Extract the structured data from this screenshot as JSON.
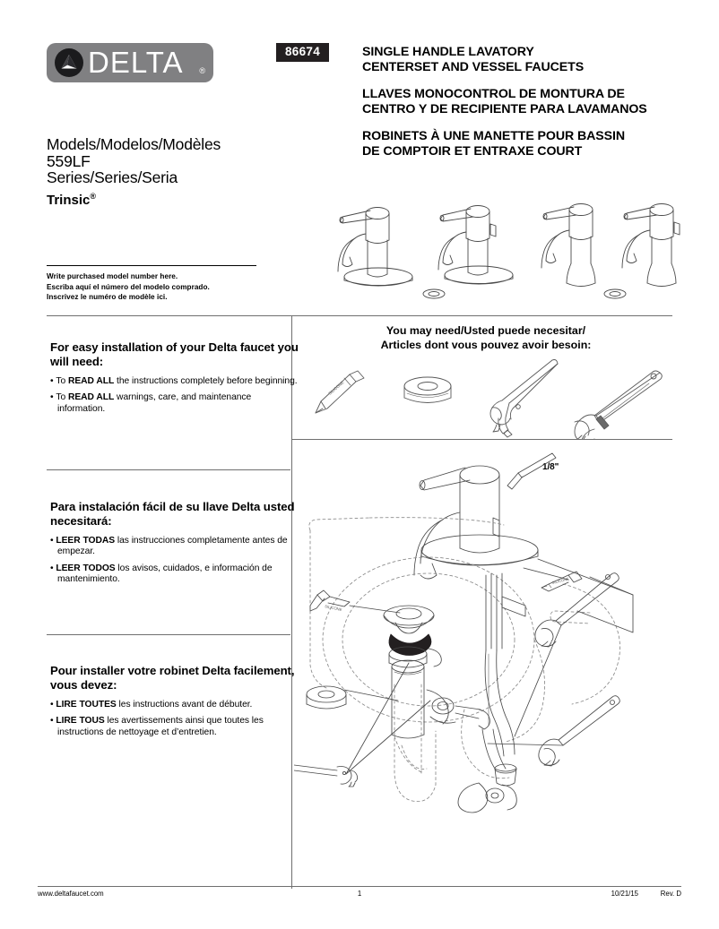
{
  "header": {
    "logo": {
      "wordmark": "DELTA",
      "registered_mark": "®"
    },
    "doc_number": "86674",
    "titles": {
      "en_line1": "SINGLE HANDLE LAVATORY",
      "en_line2": "CENTERSET AND VESSEL FAUCETS",
      "es_line1": "LLAVES MONOCONTROL DE MONTURA DE",
      "es_line2": "CENTRO Y DE RECIPIENTE PARA LAVAMANOS",
      "fr_line1": "ROBINETS À UNE MANETTE POUR BASSIN",
      "fr_line2": "DE COMPTOIR ET ENTRAXE COURT"
    }
  },
  "model": {
    "line1": "Models/Modelos/Modèles",
    "line2": "559LF",
    "line3": "Series/Series/Seria",
    "brand": "Trinsic",
    "brand_mark": "®",
    "write_en": "Write purchased model number here.",
    "write_es": "Escriba aquí el número del modelo comprado.",
    "write_fr": "Inscrivez le numéro de modèle ici."
  },
  "instructions": {
    "english": {
      "heading": "For easy installation of your Delta faucet you will need:",
      "items": [
        {
          "pre": "To ",
          "bold": "READ ALL",
          "post": " the instructions completely before beginning."
        },
        {
          "pre": "To ",
          "bold": "READ ALL",
          "post": " warnings, care, and maintenance information."
        }
      ]
    },
    "spanish": {
      "heading": "Para instalación fácil de su llave Delta usted necesitará:",
      "items": [
        {
          "pre": "",
          "bold": "LEER TODAS",
          "post": " las instrucciones completamente antes de empezar."
        },
        {
          "pre": "",
          "bold": "LEER TODOS",
          "post": " los avisos, cuidados, e información de mantenimiento."
        }
      ]
    },
    "french": {
      "heading": "Pour installer votre robinet Delta facilement, vous devez:",
      "items": [
        {
          "pre": "",
          "bold": "LIRE TOUTES",
          "post": " les instructions avant de débuter."
        },
        {
          "pre": "",
          "bold": "LIRE TOUS",
          "post": " les avertissements ainsi que toutes les instructions de nettoyage et d’entretien."
        }
      ]
    }
  },
  "tools_section": {
    "heading_line1": "You may need/Usted puede necesitar/",
    "heading_line2": "Articles dont vous pouvez avoir besoin:",
    "tools": [
      "silicone-tube-icon",
      "plumbers-putty-icon",
      "tongue-and-groove-pliers-icon",
      "adjustable-wrench-icon"
    ]
  },
  "main_diagram": {
    "hex_key_label": "1/8\"",
    "callouts": [
      "hex-key-icon",
      "silicone-tube-icon",
      "plumbers-putty-icon",
      "tongue-and-groove-pliers-icon",
      "adjustable-wrench-icon"
    ]
  },
  "faucet_illustrations": [
    "faucet-centerset-with-escutcheon",
    "faucet-centerset-with-escutcheon-and-drain",
    "faucet-single-hole",
    "faucet-single-hole-with-drain"
  ],
  "footer": {
    "website": "www.deltafaucet.com",
    "page_number": "1",
    "date": "10/21/15",
    "revision": "Rev. D"
  },
  "colors": {
    "logo_plate": "#808082",
    "badge_background": "#231f20",
    "text": "#000000",
    "rule": "#6f6f6f"
  }
}
